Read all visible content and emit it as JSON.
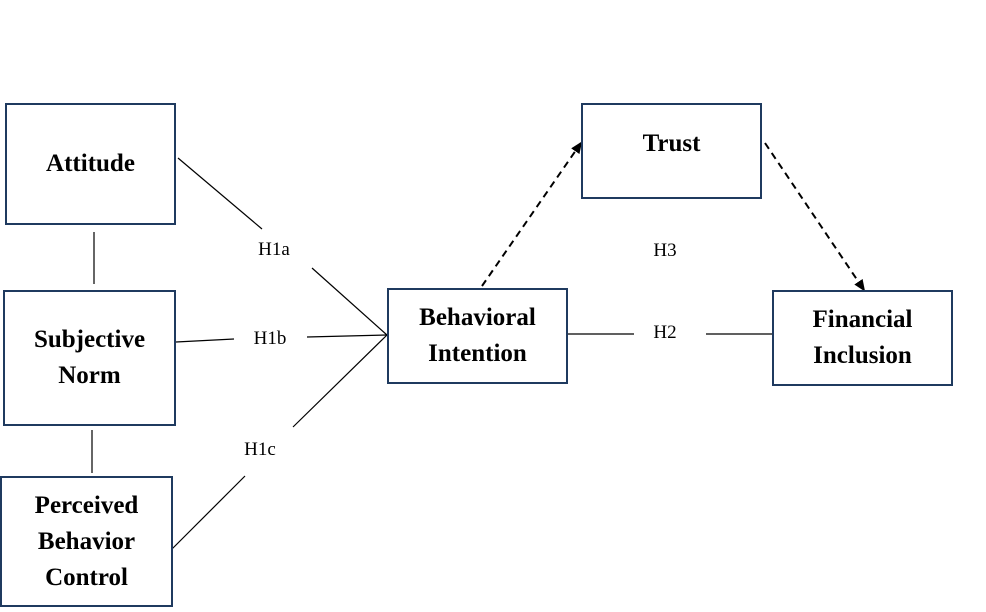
{
  "nodes": {
    "attitude": "Attitude",
    "subjective_norm": [
      "Subjective",
      "Norm"
    ],
    "perceived_behavior_control": [
      "Perceived",
      "Behavior",
      "Control"
    ],
    "behavioral_intention": [
      "Behavioral",
      "Intention"
    ],
    "trust": "Trust",
    "financial_inclusion": [
      "Financial",
      "Inclusion"
    ]
  },
  "hypotheses": {
    "h1a": "H1a",
    "h1b": "H1b",
    "h1c": "H1c",
    "h2": "H2",
    "h3": "H3"
  },
  "colors": {
    "box_border": "#1f3a5f",
    "line": "#000000"
  }
}
